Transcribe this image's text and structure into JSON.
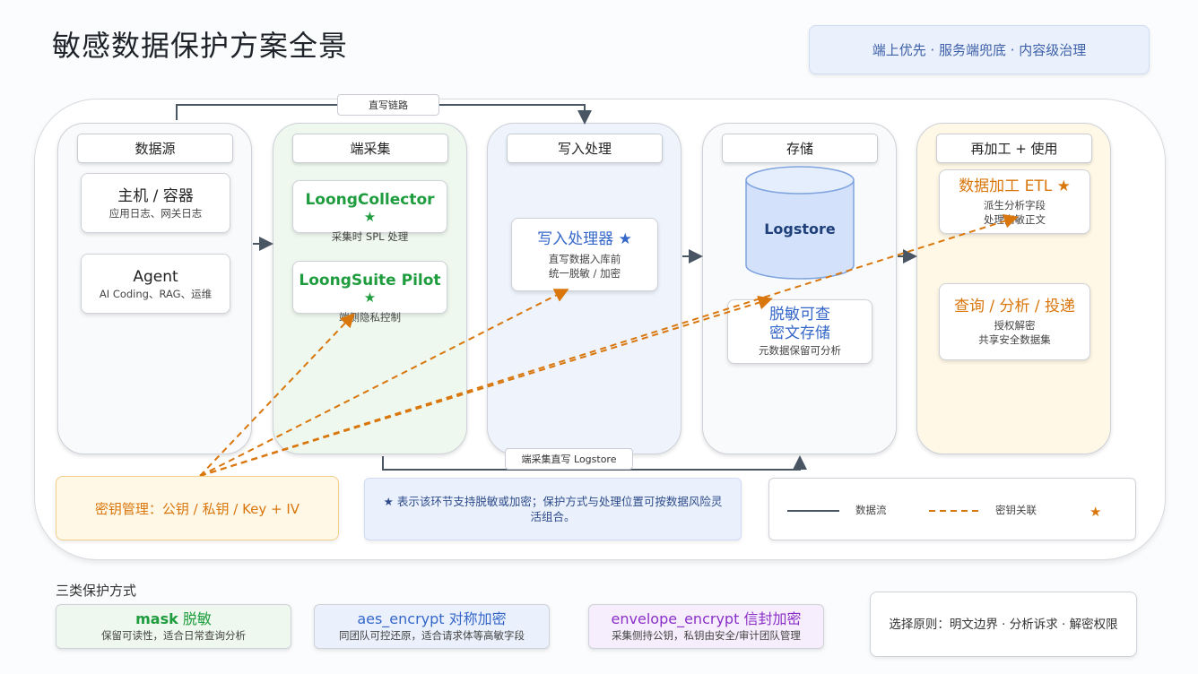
{
  "title": "敏感数据保护方案全景",
  "tagline": "端上优先 · 服务端兜底 · 内容级治理",
  "flow_labels": {
    "direct_write": "直写链路",
    "collect_direct": "端采集直写 Logstore"
  },
  "columns": {
    "source": {
      "header": "数据源",
      "cards": [
        {
          "title": "主机 / 容器",
          "sub": "应用日志、网关日志"
        },
        {
          "title": "Agent",
          "sub": "AI Coding、RAG、运维"
        }
      ]
    },
    "collect": {
      "header": "端采集",
      "cards": [
        {
          "title": "LoongCollector",
          "star": "★",
          "sub": "采集时 SPL 处理"
        },
        {
          "title": "LoongSuite Pilot",
          "star": "★",
          "sub": "端侧隐私控制"
        }
      ]
    },
    "write": {
      "header": "写入处理",
      "cards": [
        {
          "title": "写入处理器 ★",
          "sub1": "直写数据入库前",
          "sub2": "统一脱敏 / 加密"
        }
      ]
    },
    "storage": {
      "header": "存储",
      "logstore": "Logstore",
      "card": {
        "title1": "脱敏可查",
        "title2": "密文存储",
        "sub": "元数据保留可分析"
      }
    },
    "reuse": {
      "header": "再加工 + 使用",
      "cards": [
        {
          "title": "数据加工 ETL ★",
          "sub1": "派生分析字段",
          "sub2": "处理高敏正文"
        },
        {
          "title": "查询 / 分析 / 投递",
          "sub1": "授权解密",
          "sub2": "共享安全数据集"
        }
      ]
    }
  },
  "key_mgmt": "密钥管理：公钥 / 私钥 / Key + IV",
  "note": "★ 表示该环节支持脱敏或加密；保护方式与处理位置可按数据风险灵活组合。",
  "legend": {
    "flow": "数据流",
    "key": "密钥关联",
    "star": "★"
  },
  "section_title": "三类保护方式",
  "methods": [
    {
      "name": "mask",
      "name_cn": "脱敏",
      "desc": "保留可读性，适合日常查询分析",
      "color": "#1e9c3e"
    },
    {
      "name": "aes_encrypt",
      "name_cn": "对称加密",
      "desc": "同团队可控还原，适合请求体等高敏字段",
      "color": "#3567c9"
    },
    {
      "name": "envelope_encrypt",
      "name_cn": "信封加密",
      "desc": "采集侧持公钥，私钥由安全/审计团队管理",
      "color": "#8a2fc7"
    }
  ],
  "principle": "选择原则：明文边界 · 分析诉求 · 解密权限",
  "colors": {
    "flow": "#4a5563",
    "key": "#d9760c",
    "green_col": "#eef8ee",
    "blue_col": "#eef3fc",
    "yellow_col": "#fff8e6"
  }
}
